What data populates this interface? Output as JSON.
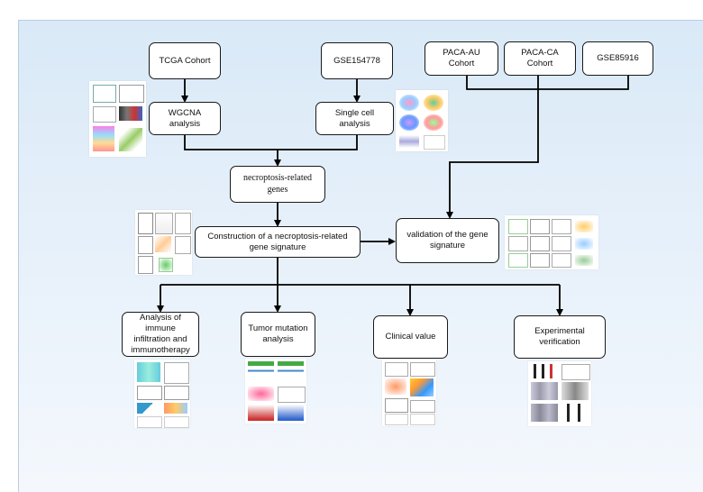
{
  "nodes": {
    "tcga": "TCGA Cohort",
    "gse154778": "GSE154778",
    "paca_au": "PACA-AU Cohort",
    "paca_ca": "PACA-CA Cohort",
    "gse85916": "GSE85916",
    "wgcna": "WGCNA analysis",
    "single_cell": "Single cell analysis",
    "necroptosis_genes": "necroptosis-related genes",
    "construction": "Construction of a necroptosis-related gene signature",
    "validation": "validation of the gene signature",
    "immune": "Analysis of immune infiltration and immunotherapy",
    "tumor_mutation": "Tumor mutation analysis",
    "clinical": "Clinical value",
    "experimental": "Experimental verification"
  },
  "colors": {
    "background_top": "#d9e9f7",
    "background_bottom": "#f4f8fd",
    "box_fill": "#ffffff",
    "box_border": "#1a1a1a",
    "arrow": "#000000"
  }
}
